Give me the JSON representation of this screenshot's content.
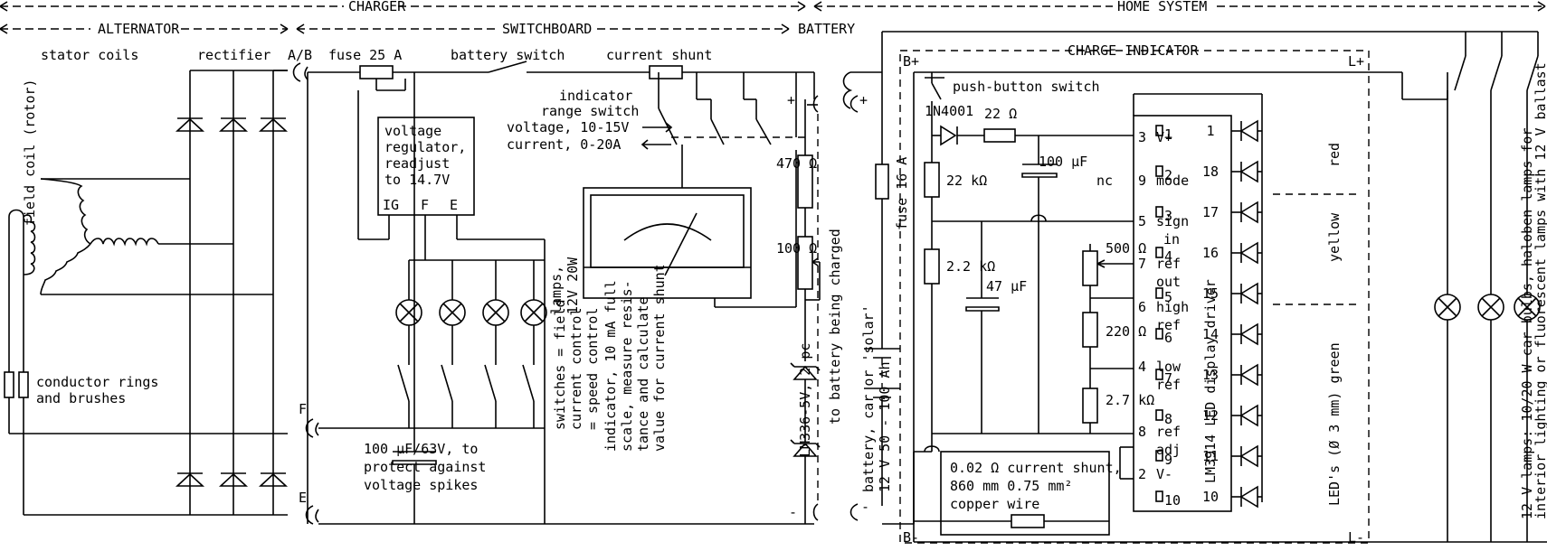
{
  "sections": {
    "charger": "CHARGER",
    "alternator": "ALTERNATOR",
    "switchboard": "SWITCHBOARD",
    "battery": "BATTERY",
    "home_system": "HOME SYSTEM",
    "charge_indicator": "CHARGE INDICATOR"
  },
  "alternator": {
    "stator_coils": "stator coils",
    "rectifier": "rectifier",
    "field_coil": "field coil (rotor)",
    "conductor_rings_1": "conductor rings",
    "conductor_rings_2": "and brushes"
  },
  "terminals": {
    "ab": "A/B",
    "f": "F",
    "e": "E",
    "b_plus": "B+",
    "b_minus": "B-",
    "l_plus": "L+",
    "l_minus": "L-",
    "plus": "+",
    "minus": "-"
  },
  "switchboard": {
    "fuse": "fuse 25 A",
    "battery_switch": "battery switch",
    "current_shunt": "current shunt",
    "range_1": "indicator",
    "range_2": "range switch",
    "range_voltage": "voltage, 10-15V",
    "range_current": "current, 0-20A",
    "vr_1": "voltage",
    "vr_2": "regulator,",
    "vr_3": "readjust",
    "vr_4": "to 14.7V",
    "vr_ig": "IG",
    "vr_f": "F",
    "vr_e": "E",
    "lamps_1": "lamps,",
    "lamps_2": "12V 20W",
    "switches_1": "switches = field",
    "switches_2": "current control",
    "switches_3": "= speed control",
    "cap_1": "100 μF/63V, to",
    "cap_2": "protect against",
    "cap_3": "voltage spikes",
    "meter_1": "indicator, 10 mA full",
    "meter_2": "scale, measure resis-",
    "meter_3": "tance and calculate",
    "meter_4": "value for current shunt",
    "r470": "470 Ω",
    "r100": "100 Ω",
    "zener": "LM336-5V, 2 pc",
    "to_battery": "to battery being charged"
  },
  "battery": {
    "fuse": "fuse 16 A",
    "b1": "battery, car or 'solar'",
    "b2": "12 V 50 - 100 Ah"
  },
  "indicator": {
    "push_button": "push-button switch",
    "diode": "1N4001",
    "r22": "22 Ω",
    "c100": "100 μF",
    "r22k": "22 kΩ",
    "r2k2": "2.2 kΩ",
    "c47": "47 μF",
    "r500": "500 Ω",
    "r220": "220 Ω",
    "r2k7": "2.7 kΩ",
    "nc": "nc",
    "shunt_1": "0.02 Ω current shunt,",
    "shunt_2": "860 mm 0.75 mm²",
    "shunt_3": "copper wire",
    "chip": "LM3914 LED display driver",
    "pins_left": [
      {
        "n": "3",
        "l1": "V+",
        "l2": ""
      },
      {
        "n": "9",
        "l1": "mode",
        "l2": ""
      },
      {
        "n": "5",
        "l1": "sign",
        "l2": "in"
      },
      {
        "n": "7",
        "l1": "ref",
        "l2": "out"
      },
      {
        "n": "6",
        "l1": "high",
        "l2": "ref"
      },
      {
        "n": "4",
        "l1": "low",
        "l2": "ref"
      },
      {
        "n": "8",
        "l1": "ref",
        "l2": "adj"
      },
      {
        "n": "2",
        "l1": "V-",
        "l2": ""
      }
    ],
    "outputs": [
      {
        "q": "1",
        "pin": "1"
      },
      {
        "q": "2",
        "pin": "18"
      },
      {
        "q": "3",
        "pin": "17"
      },
      {
        "q": "4",
        "pin": "16"
      },
      {
        "q": "5",
        "pin": "15"
      },
      {
        "q": "6",
        "pin": "14"
      },
      {
        "q": "7",
        "pin": "13"
      },
      {
        "q": "8",
        "pin": "12"
      },
      {
        "q": "9",
        "pin": "11"
      },
      {
        "q": "10",
        "pin": "10"
      }
    ],
    "red": "red",
    "yellow": "yellow",
    "green": "LED's (Ø 3 mm) green"
  },
  "home": {
    "lamps_1": "12 V lamps: 10/20 W car bulbs, haloben lamps for",
    "lamps_2": "interior lighting or fluorescent lamps with 12 V ballast"
  }
}
